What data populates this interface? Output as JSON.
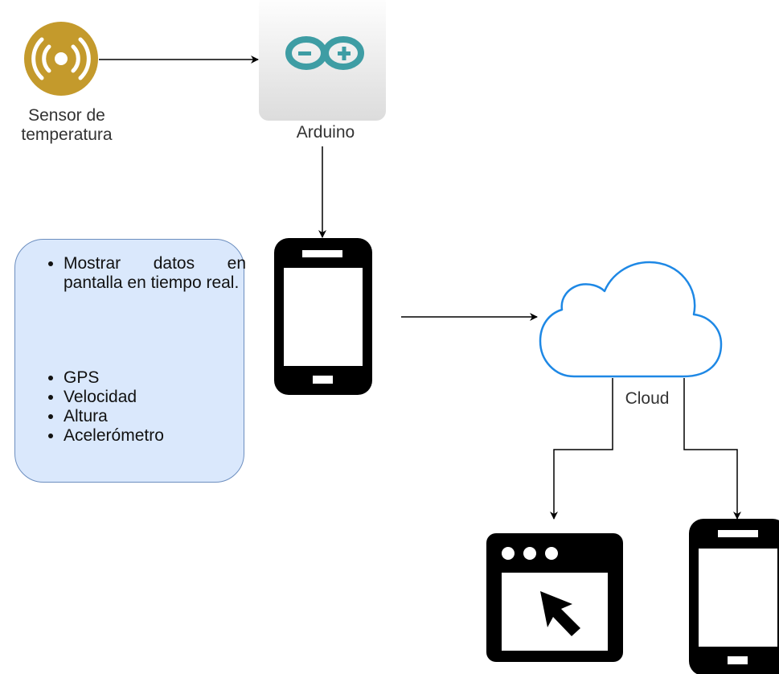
{
  "nodes": {
    "sensor": {
      "label_line1": "Sensor de",
      "label_line2": "temperatura",
      "color": "#c49a2c"
    },
    "arduino": {
      "label": "Arduino",
      "color": "#3e9da4"
    },
    "cloud": {
      "label": "Cloud",
      "color": "#1e88e5"
    }
  },
  "info_box": {
    "bullet_1": "Mostrar datos en pantalla en tiempo real.",
    "bullets_2": [
      "GPS",
      "Velocidad",
      "Altura",
      "Acelerómetro"
    ],
    "fill": "#dae8fc",
    "border": "#6c8ebf"
  }
}
